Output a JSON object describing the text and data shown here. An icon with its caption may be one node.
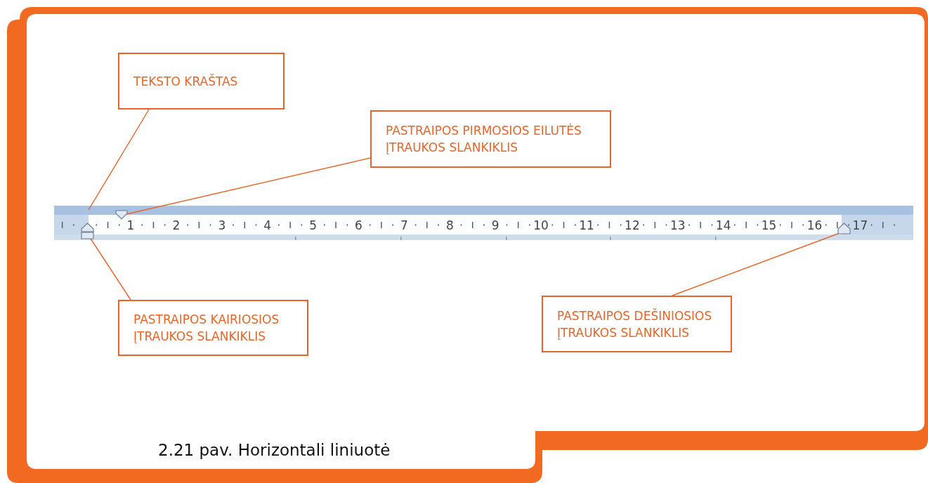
{
  "diagram": {
    "caption": "2.21 pav. Horizontali liniuotė",
    "nodes": [
      {
        "text": [
          "TEKSTO KRAŠTAS"
        ]
      },
      {
        "text": [
          "PASTRAIPOS PIRMOSIOS EILUTĖS ĮTRAUKOS SLANKIKLIS"
        ]
      },
      {
        "text": [
          "PASTRAIPOS KAIRIOSIOS ĮTRAUKOS SLANKIKLIS"
        ]
      },
      {
        "text": [
          "PASTRAIPOS DEŠINIOSIOS ĮTRAUKOS SLANKIKLIS"
        ]
      },
      {
        "text": [],
        "shape": "triangle"
      },
      {
        "text": [],
        "shape": "triangle"
      },
      {
        "text": [],
        "shape": "triangle"
      }
    ],
    "edges": [
      {
        "from": 0,
        "to": null,
        "arrow": "none"
      },
      {
        "from": 1,
        "to": 4,
        "arrow": "none"
      },
      {
        "from": 2,
        "to": 5,
        "arrow": "none"
      },
      {
        "from": 3,
        "to": 6,
        "arrow": "none"
      }
    ],
    "labels": [
      "1",
      "2",
      "3",
      "4",
      "5",
      "6",
      "7",
      "8",
      "9",
      "10",
      "11",
      "12",
      "13",
      "14",
      "15",
      "16",
      "17"
    ]
  }
}
